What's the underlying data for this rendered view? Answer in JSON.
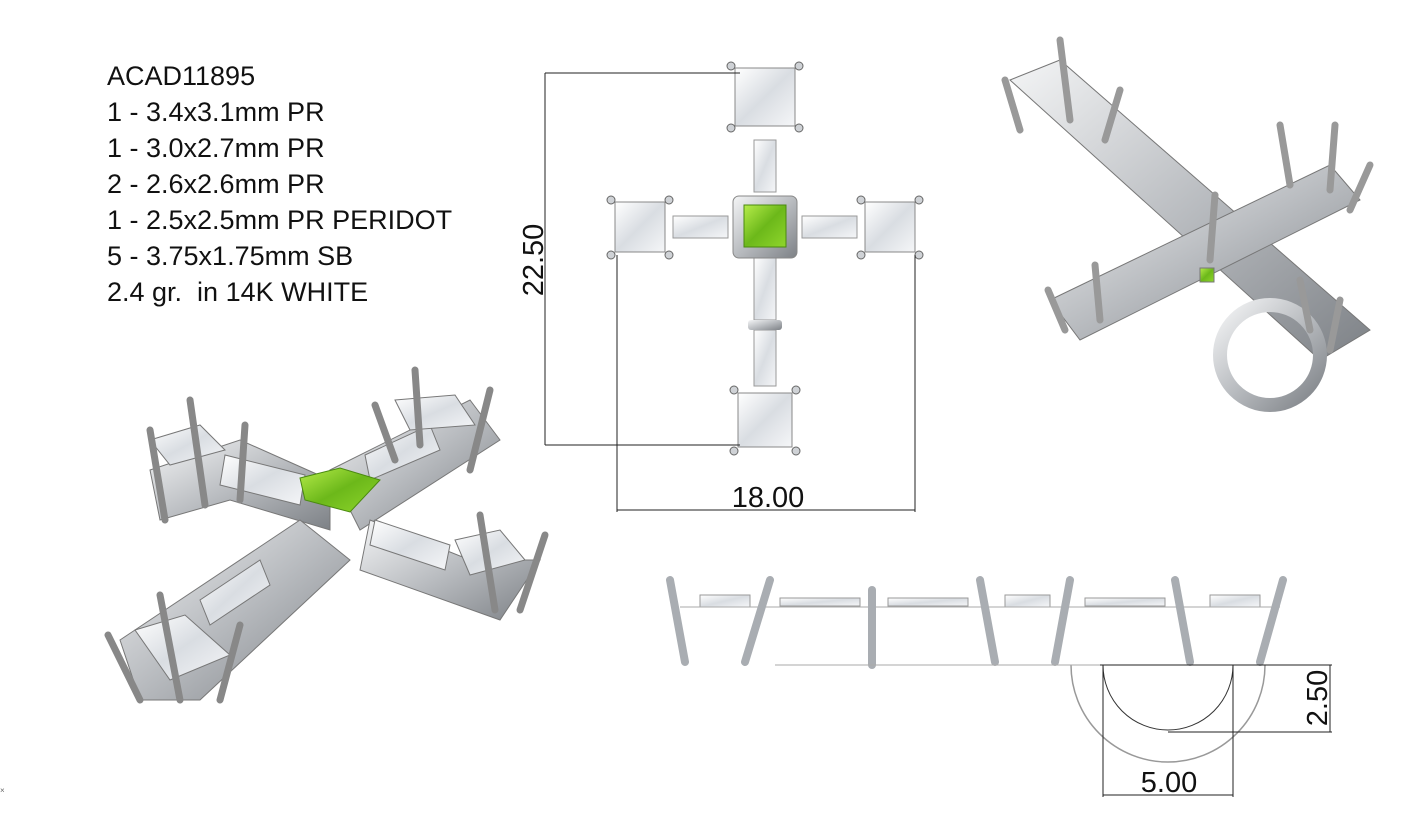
{
  "specs": {
    "model": "ACAD11895",
    "lines": [
      "1 - 3.4x3.1mm PR",
      "1 - 3.0x2.7mm PR",
      "2 - 2.6x2.6mm PR",
      "1 - 2.5x2.5mm PR PERIDOT",
      "5 - 3.75x1.75mm SB",
      "2.4 gr.  in 14K WHITE"
    ]
  },
  "dimensions": {
    "height": "22.50",
    "width": "18.00",
    "bail_height": "2.50",
    "bail_width": "5.00"
  },
  "corner_mark": "×",
  "colors": {
    "metal": "#c9ccd0",
    "peridot": "#7cc420",
    "diamond": "#eef1f4",
    "line": "#222222"
  }
}
